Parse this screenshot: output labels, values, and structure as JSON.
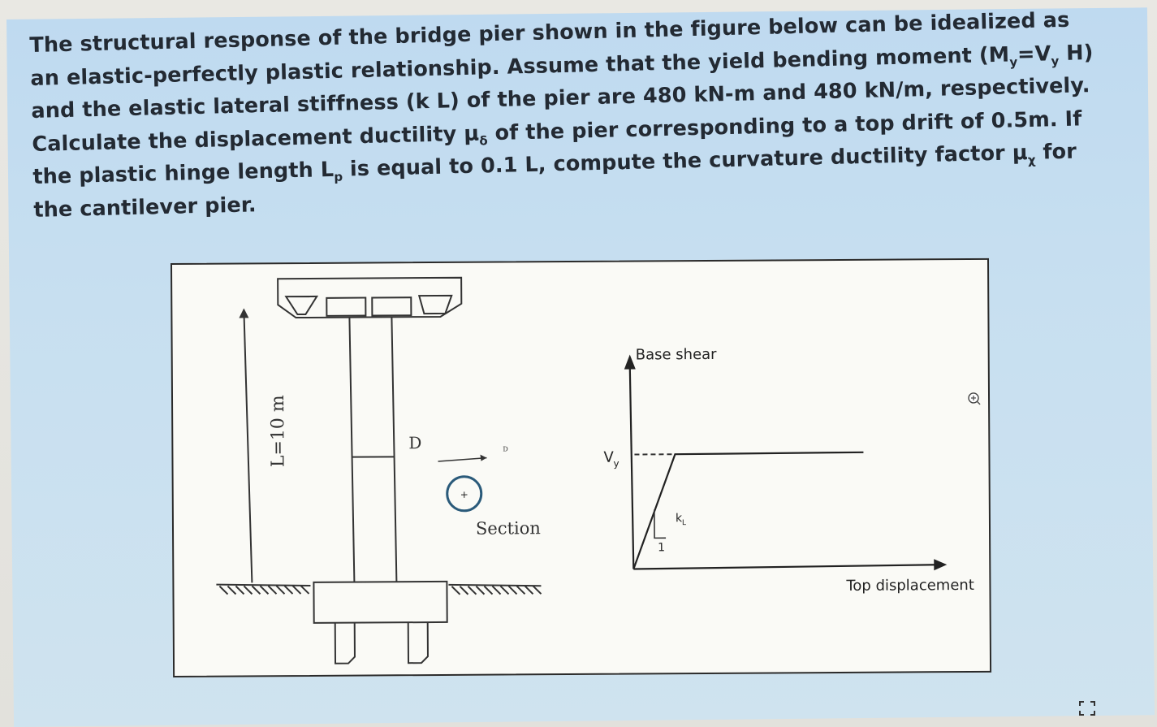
{
  "problem": {
    "line1": "The structural response of the bridge pier shown in the figure below can be idealized as",
    "line2_a": "an elastic-perfectly plastic relationship. Assume that the yield bending moment (M",
    "line2_sub1": "y",
    "line2_b": "=V",
    "line2_sub2": "y",
    "line2_c": " H)",
    "line3": "and the elastic lateral stiffness (k L) of the pier are 480 kN-m and 480 kN/m, respectively.",
    "line4_a": "Calculate the displacement ductility μ",
    "line4_sub": "δ",
    "line4_b": " of the pier corresponding to a top drift of 0.5m. If",
    "line5_a": "the plastic hinge length L",
    "line5_sub1": "p",
    "line5_b": " is equal to 0.1 L, compute the curvature ductility factor μ",
    "line5_sub2": "χ",
    "line5_c": " for",
    "line6": "the cantilever pier."
  },
  "figure": {
    "pier": {
      "height_label": "L=10 m",
      "diameter_label": "D",
      "section_diameter_label": "D",
      "section_label": "Section"
    },
    "graph": {
      "y_axis_label": "Base shear",
      "x_axis_label": "Top displacement",
      "yield_label": "V",
      "yield_sub": "y",
      "stiffness_label": "k",
      "stiffness_sub": "L",
      "slope_run_label": "1"
    }
  },
  "icons": {
    "zoom": "zoom-in-icon",
    "expand": "expand-icon"
  }
}
